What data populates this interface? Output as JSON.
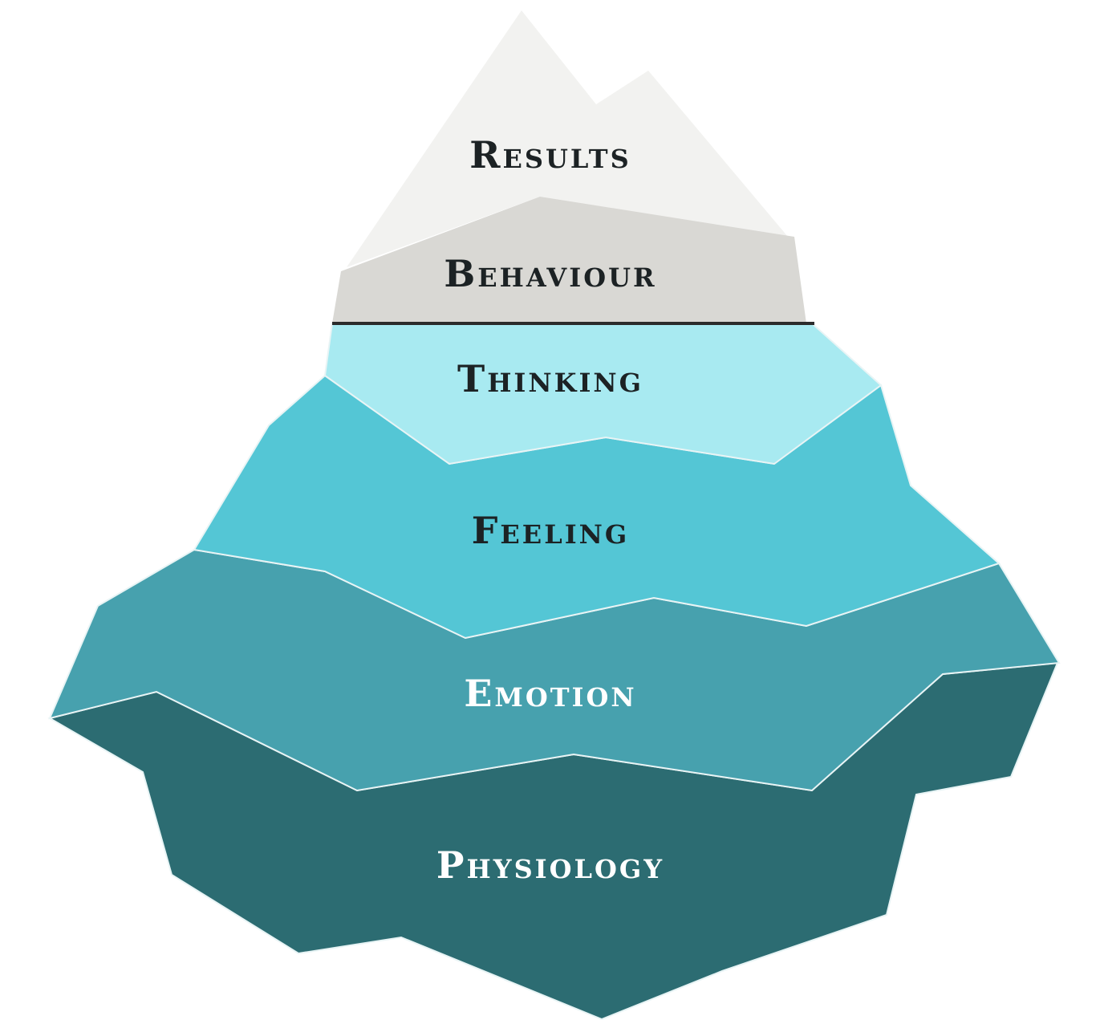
{
  "diagram": {
    "layers": [
      {
        "id": "results",
        "label": "Results",
        "color": "#f2f2f0"
      },
      {
        "id": "behaviour",
        "label": "Behaviour",
        "color": "#d9d8d4"
      },
      {
        "id": "thinking",
        "label": "Thinking",
        "color": "#a8eaf1"
      },
      {
        "id": "feeling",
        "label": "Feeling",
        "color": "#54c6d5"
      },
      {
        "id": "emotion",
        "label": "Emotion",
        "color": "#47a1ae"
      },
      {
        "id": "physiology",
        "label": "Physiology",
        "color": "#2c6c72"
      }
    ],
    "waterline_color": "#2b2b2b"
  }
}
